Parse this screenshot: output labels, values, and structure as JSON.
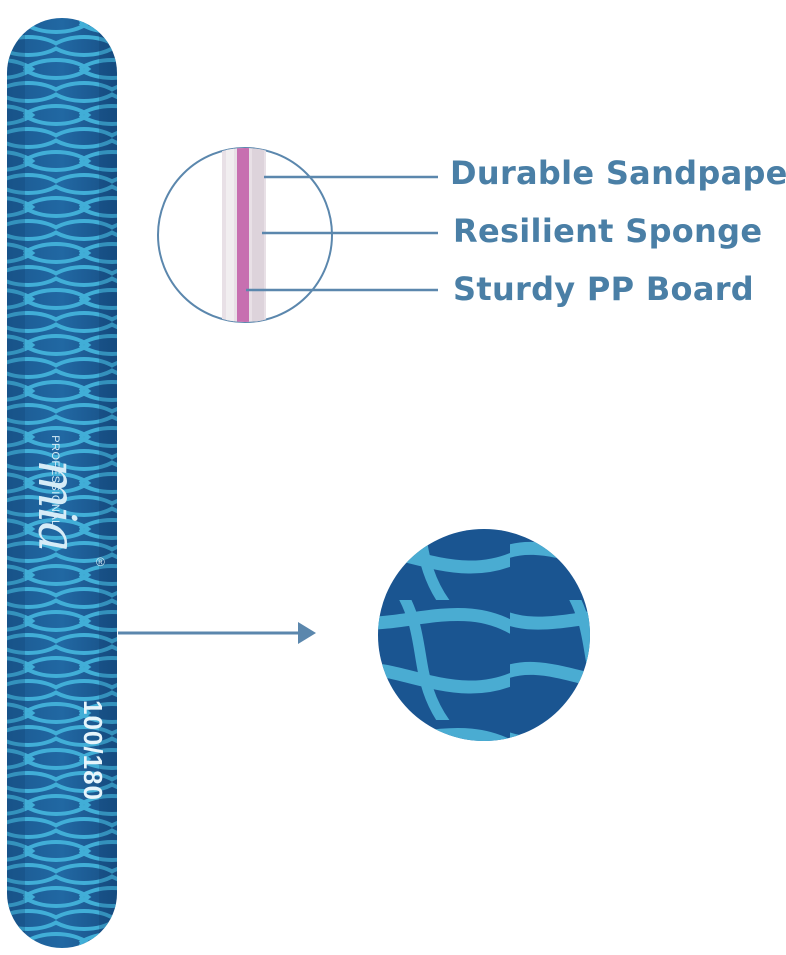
{
  "callouts": {
    "layer_1": "Durable Sandpaper",
    "layer_2": "Resilient Sponge",
    "layer_3": "Sturdy PP Board"
  },
  "file": {
    "brand": "mia",
    "brand_sub": "PROFESSIONAL",
    "registered": "®",
    "grit": "100/180"
  },
  "colors": {
    "file_blue": "#1f5f97",
    "pattern_light": "#3fb0d8",
    "label_blue": "#4a7fa6",
    "core_pink": "#c76fb0",
    "arrow_blue": "#5b87ad"
  },
  "icons": {
    "arrow": "right-arrow-icon"
  }
}
